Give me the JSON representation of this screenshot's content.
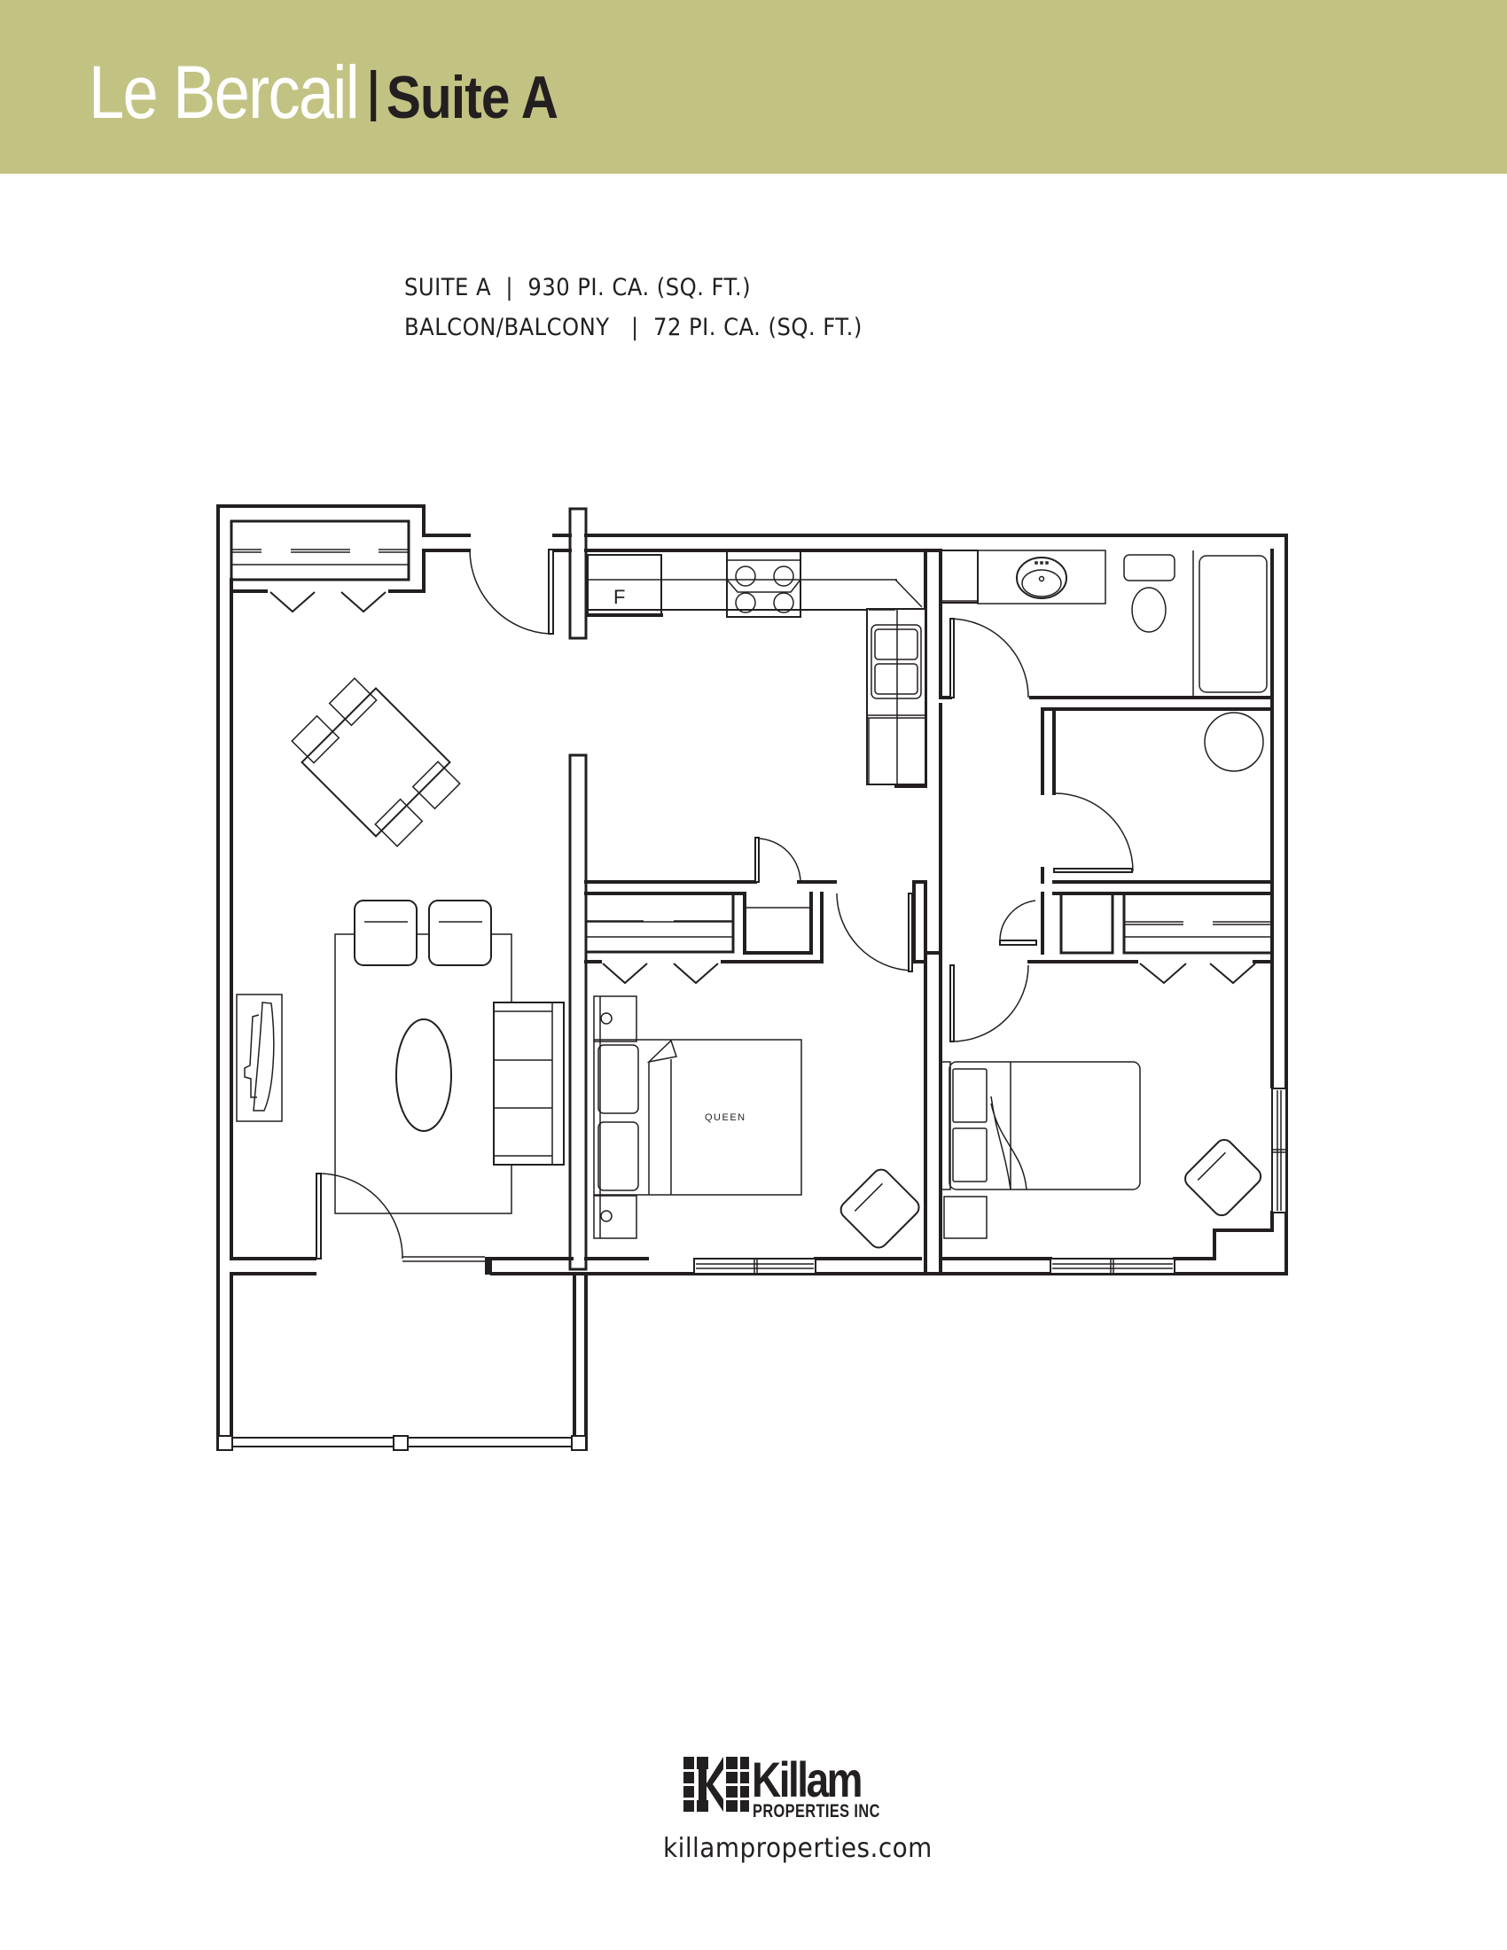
{
  "header": {
    "building_name": "Le Bercail",
    "suite_name": "Suite A",
    "band_color": "#c2c283"
  },
  "specs": {
    "suite_line": "SUITE A  |  930 PI. CA. (SQ. FT.)",
    "balcony_line": "BALCON/BALCONY   |  72 PI. CA. (SQ. FT.)",
    "suite_area_sqft": 930,
    "balcony_area_sqft": 72
  },
  "floor_plan": {
    "labels": {
      "fridge": "F",
      "master_bed": "QUEEN"
    },
    "rooms": [
      "living-room",
      "dining-area",
      "kitchen",
      "bathroom",
      "laundry-room",
      "master-bedroom",
      "second-bedroom",
      "balcony",
      "entry-closet",
      "linen-closet"
    ]
  },
  "footer": {
    "logo_word": "Killam",
    "logo_sub": "PROPERTIES INC",
    "website": "killamproperties.com"
  }
}
